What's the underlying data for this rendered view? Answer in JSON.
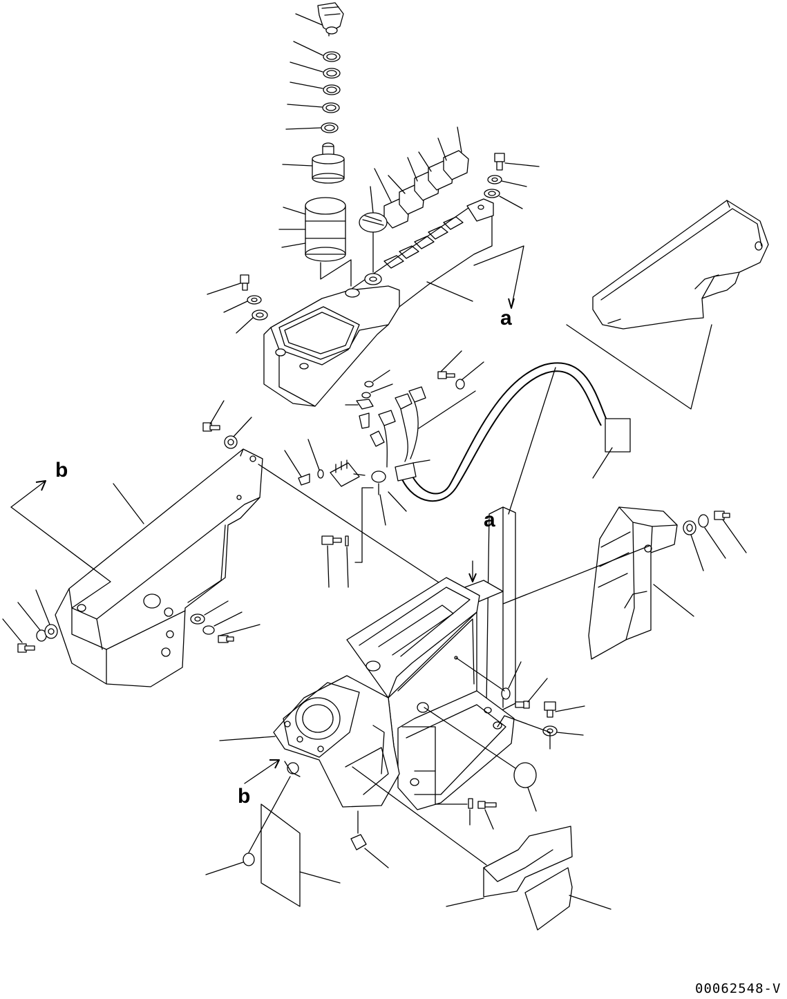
{
  "diagram": {
    "ref_labels": {
      "a_top": "a",
      "a_lower": "a",
      "b_left": "b",
      "b_lower": "b"
    },
    "drawing_code": "00062548-V"
  }
}
